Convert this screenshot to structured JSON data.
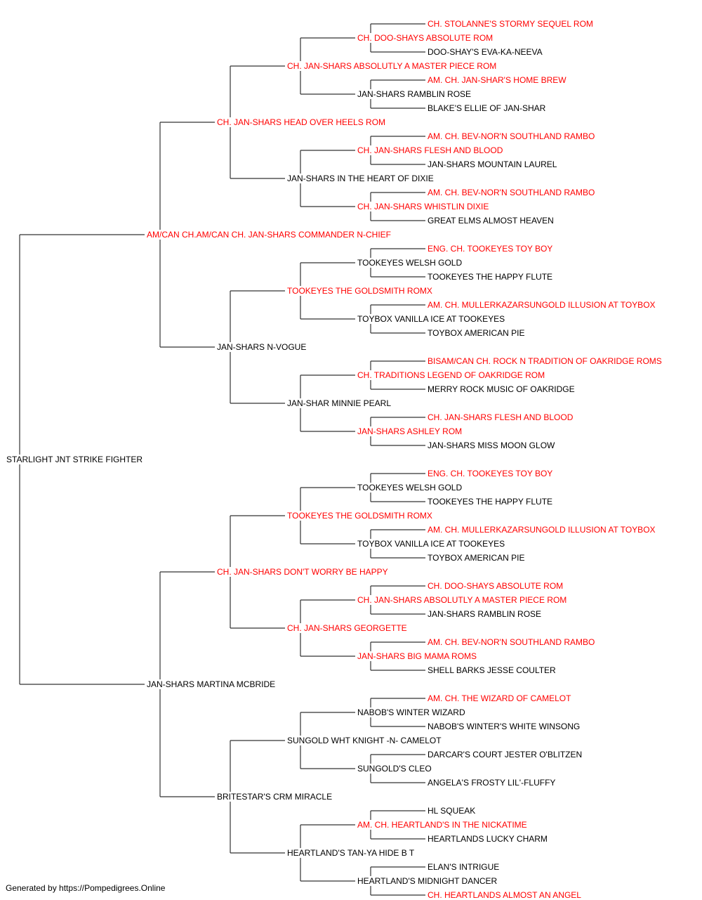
{
  "pedigree": {
    "name": "STARLIGHT JNT STRIKE FIGHTER",
    "ch": false,
    "sire": {
      "name": "AM/CAN CH.AM/CAN CH. JAN-SHARS COMMANDER N-CHIEF",
      "ch": true,
      "sire": {
        "name": "CH. JAN-SHARS HEAD OVER HEELS ROM",
        "ch": true,
        "sire": {
          "name": "CH. JAN-SHARS ABSOLUTLY A MASTER PIECE ROM",
          "ch": true,
          "sire": {
            "name": "CH. DOO-SHAYS ABSOLUTE ROM",
            "ch": true,
            "sire": {
              "name": "CH. STOLANNE'S STORMY SEQUEL ROM",
              "ch": true
            },
            "dam": {
              "name": "DOO-SHAY'S EVA-KA-NEEVA",
              "ch": false
            }
          },
          "dam": {
            "name": "JAN-SHARS RAMBLIN ROSE",
            "ch": false,
            "sire": {
              "name": "AM. CH. JAN-SHAR'S HOME BREW",
              "ch": true
            },
            "dam": {
              "name": "BLAKE'S ELLIE OF JAN-SHAR",
              "ch": false
            }
          }
        },
        "dam": {
          "name": "JAN-SHARS IN THE HEART OF DIXIE",
          "ch": false,
          "sire": {
            "name": "CH. JAN-SHARS FLESH AND BLOOD",
            "ch": true,
            "sire": {
              "name": "AM. CH. BEV-NOR'N SOUTHLAND RAMBO",
              "ch": true
            },
            "dam": {
              "name": "JAN-SHARS MOUNTAIN LAUREL",
              "ch": false
            }
          },
          "dam": {
            "name": "CH. JAN-SHARS WHISTLIN DIXIE",
            "ch": true,
            "sire": {
              "name": "AM. CH. BEV-NOR'N SOUTHLAND RAMBO",
              "ch": true
            },
            "dam": {
              "name": "GREAT ELMS ALMOST HEAVEN",
              "ch": false
            }
          }
        }
      },
      "dam": {
        "name": "JAN-SHARS N-VOGUE",
        "ch": false,
        "sire": {
          "name": "TOOKEYES THE GOLDSMITH ROMX",
          "ch": true,
          "sire": {
            "name": "TOOKEYES WELSH GOLD",
            "ch": false,
            "sire": {
              "name": "ENG. CH. TOOKEYES TOY BOY",
              "ch": true
            },
            "dam": {
              "name": "TOOKEYES THE HAPPY FLUTE",
              "ch": false
            }
          },
          "dam": {
            "name": "TOYBOX VANILLA ICE AT TOOKEYES",
            "ch": false,
            "sire": {
              "name": "AM. CH. MULLERKAZARSUNGOLD ILLUSION AT TOYBOX",
              "ch": true
            },
            "dam": {
              "name": "TOYBOX AMERICAN PIE",
              "ch": false
            }
          }
        },
        "dam": {
          "name": "JAN-SHAR MINNIE PEARL",
          "ch": false,
          "sire": {
            "name": "CH. TRADITIONS LEGEND OF OAKRIDGE ROM",
            "ch": true,
            "sire": {
              "name": "BISAM/CAN CH. ROCK N TRADITION OF OAKRIDGE ROMS",
              "ch": true
            },
            "dam": {
              "name": "MERRY ROCK MUSIC OF OAKRIDGE",
              "ch": false
            }
          },
          "dam": {
            "name": "JAN-SHARS ASHLEY ROM",
            "ch": true,
            "sire": {
              "name": "CH. JAN-SHARS FLESH AND BLOOD",
              "ch": true
            },
            "dam": {
              "name": "JAN-SHARS MISS MOON GLOW",
              "ch": false
            }
          }
        }
      }
    },
    "dam": {
      "name": "JAN-SHARS MARTINA MCBRIDE",
      "ch": false,
      "sire": {
        "name": "CH. JAN-SHARS DON'T WORRY BE HAPPY",
        "ch": true,
        "sire": {
          "name": "TOOKEYES THE GOLDSMITH ROMX",
          "ch": true,
          "sire": {
            "name": "TOOKEYES WELSH GOLD",
            "ch": false,
            "sire": {
              "name": "ENG. CH. TOOKEYES TOY BOY",
              "ch": true
            },
            "dam": {
              "name": "TOOKEYES THE HAPPY FLUTE",
              "ch": false
            }
          },
          "dam": {
            "name": "TOYBOX VANILLA ICE AT TOOKEYES",
            "ch": false,
            "sire": {
              "name": "AM. CH. MULLERKAZARSUNGOLD ILLUSION AT TOYBOX",
              "ch": true
            },
            "dam": {
              "name": "TOYBOX AMERICAN PIE",
              "ch": false
            }
          }
        },
        "dam": {
          "name": "CH. JAN-SHARS GEORGETTE",
          "ch": true,
          "sire": {
            "name": "CH. JAN-SHARS ABSOLUTLY A MASTER PIECE ROM",
            "ch": true,
            "sire": {
              "name": "CH. DOO-SHAYS ABSOLUTE ROM",
              "ch": true
            },
            "dam": {
              "name": "JAN-SHARS RAMBLIN ROSE",
              "ch": false
            }
          },
          "dam": {
            "name": "JAN-SHARS BIG MAMA ROMS",
            "ch": true,
            "sire": {
              "name": "AM. CH. BEV-NOR'N SOUTHLAND RAMBO",
              "ch": true
            },
            "dam": {
              "name": "SHELL BARKS JESSE COULTER",
              "ch": false
            }
          }
        }
      },
      "dam": {
        "name": "BRITESTAR'S CRM MIRACLE",
        "ch": false,
        "sire": {
          "name": "SUNGOLD WHT KNIGHT -N- CAMELOT",
          "ch": false,
          "sire": {
            "name": "NABOB'S WINTER WIZARD",
            "ch": false,
            "sire": {
              "name": "AM. CH. THE WIZARD OF CAMELOT",
              "ch": true
            },
            "dam": {
              "name": "NABOB'S WINTER'S WHITE WINSONG",
              "ch": false
            }
          },
          "dam": {
            "name": "SUNGOLD'S CLEO",
            "ch": false,
            "sire": {
              "name": "DARCAR'S COURT JESTER O'BLITZEN",
              "ch": false
            },
            "dam": {
              "name": "ANGELA'S FROSTY LIL'-FLUFFY",
              "ch": false
            }
          }
        },
        "dam": {
          "name": "HEARTLAND'S TAN-YA HIDE B T",
          "ch": false,
          "sire": {
            "name": "AM. CH. HEARTLAND'S IN THE NICKATIME",
            "ch": true,
            "sire": {
              "name": "HL SQUEAK",
              "ch": false
            },
            "dam": {
              "name": "HEARTLANDS LUCKY CHARM",
              "ch": false
            }
          },
          "dam": {
            "name": "HEARTLAND'S MIDNIGHT DANCER",
            "ch": false,
            "sire": {
              "name": "ELAN'S INTRIGUE",
              "ch": false
            },
            "dam": {
              "name": "CH. HEARTLANDS ALMOST AN ANGEL",
              "ch": true
            }
          }
        }
      }
    }
  },
  "colors": {
    "champion_text": "#ff0000",
    "plain_text": "#000000",
    "connector": "#333333"
  },
  "footer": "Generated by https://Pompedigrees.Online"
}
